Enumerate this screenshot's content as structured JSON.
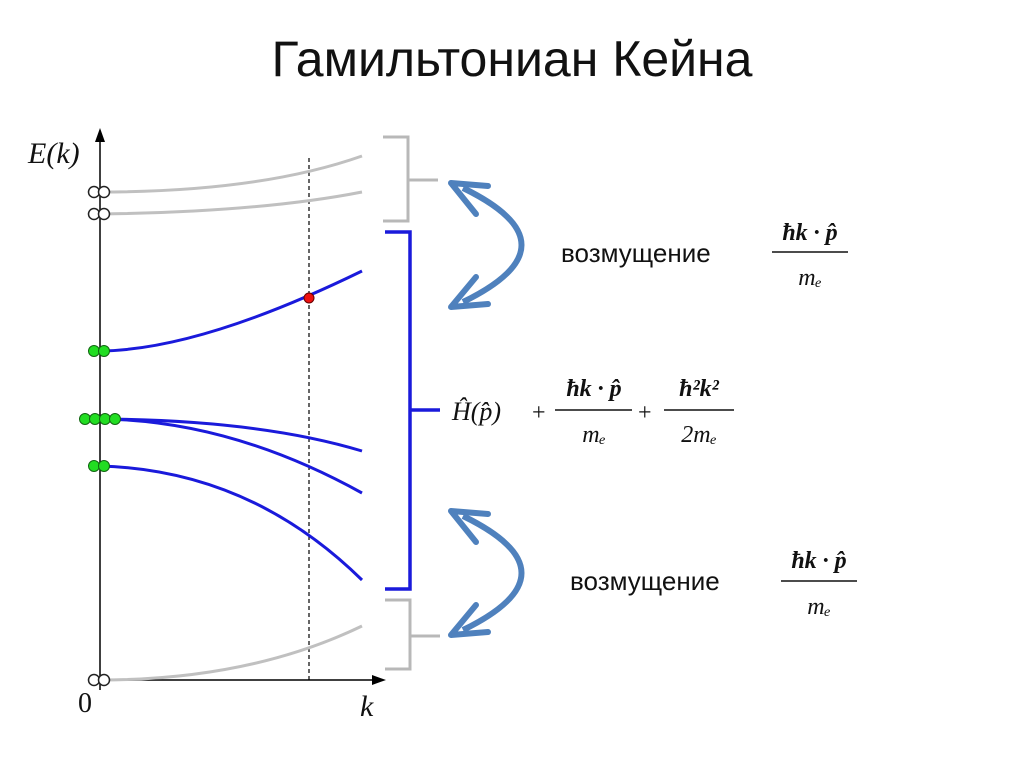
{
  "title": "Гамильтониан Кейна",
  "axes": {
    "y_label": "E(k)",
    "x_label": "k",
    "origin_label": "0"
  },
  "formulas": {
    "top": {
      "label": "возмущение",
      "numerator": "ħk · p̂",
      "denominator": "mₑ"
    },
    "middle": {
      "term1": "Ĥ(p̂)",
      "plus1": "+",
      "term2_num": "ħk · p̂",
      "term2_den": "mₑ",
      "plus2": "+",
      "term3_num": "ħ²k²",
      "term3_den": "2mₑ"
    },
    "bottom": {
      "label": "возмущение",
      "numerator": "ħk · p̂",
      "denominator": "mₑ"
    }
  },
  "colors": {
    "band_main": "#1a1adb",
    "band_remote": "#c0c0c0",
    "state_dot": "#22dd22",
    "marker_dot": "#ee1111",
    "arrow": "#4f81bd",
    "brace_main": "#1a1adb",
    "brace_remote": "#b8b8b8"
  }
}
